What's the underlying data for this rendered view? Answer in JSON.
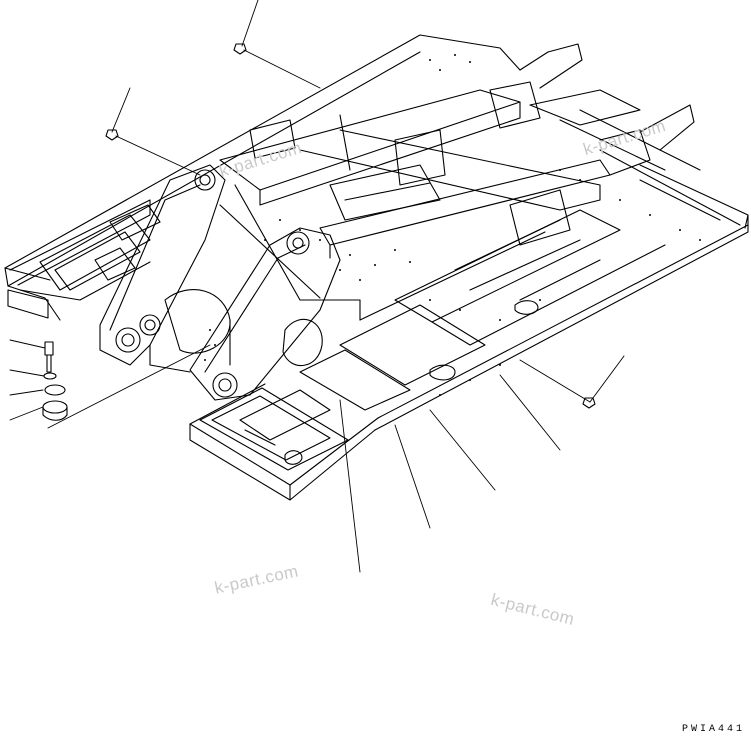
{
  "diagram": {
    "drawing_code": "PWIA441",
    "watermarks": [
      "k-part.com",
      "k-part.com",
      "k-part.com",
      "k-part.com"
    ],
    "line_color": "#000000",
    "watermark_color": "#c9c9c9"
  }
}
